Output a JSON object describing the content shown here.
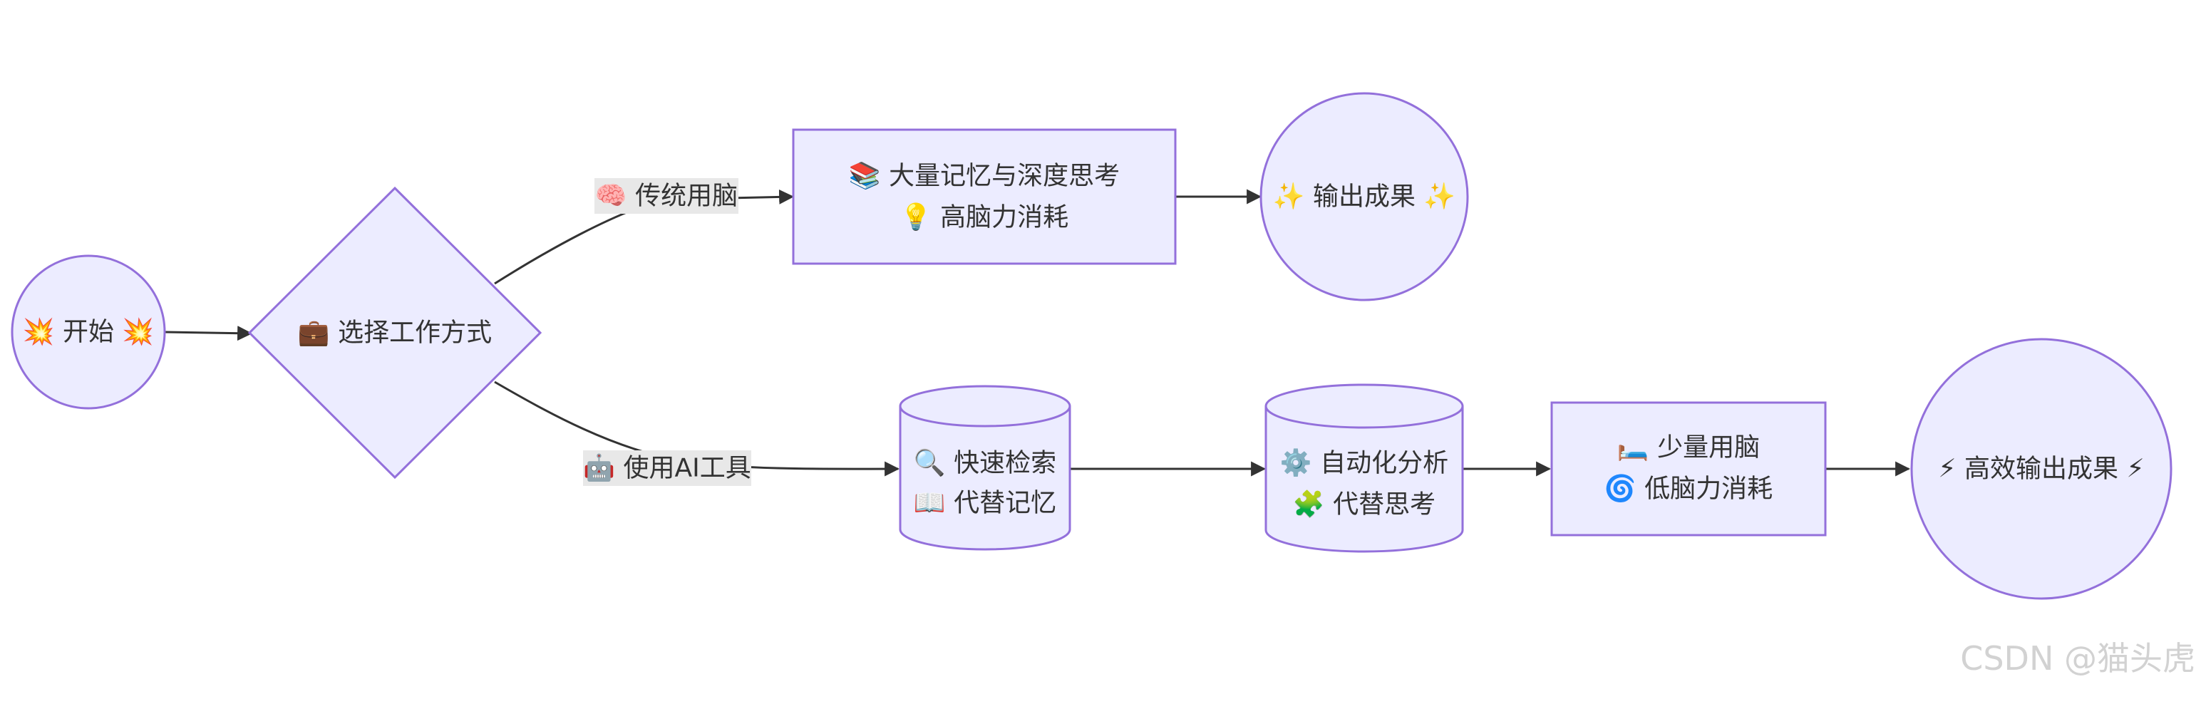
{
  "nodes": {
    "start": {
      "line1": "💥 开始 💥"
    },
    "decision": {
      "line1": "💼 选择工作方式"
    },
    "memory": {
      "line1": "📚 大量记忆与深度思考",
      "line2": "💡 高脑力消耗"
    },
    "output": {
      "line1": "✨ 输出成果 ✨"
    },
    "search": {
      "line1": "🔍 快速检索",
      "line2": "📖 代替记忆"
    },
    "analysis": {
      "line1": "⚙️ 自动化分析",
      "line2": "🧩 代替思考"
    },
    "lowbrain": {
      "line1": "🛏️ 少量用脑",
      "line2": "🌀 低脑力消耗"
    },
    "efficient": {
      "line1": "⚡ 高效输出成果 ⚡"
    }
  },
  "edges": {
    "traditional_label": "🧠 传统用脑",
    "ai_label": "🤖 使用AI工具"
  },
  "watermark": "CSDN @猫头虎",
  "colors": {
    "node_fill": "#ececff",
    "node_stroke": "#9370db",
    "edge": "#333333",
    "label_bg": "#e8e8e8"
  }
}
